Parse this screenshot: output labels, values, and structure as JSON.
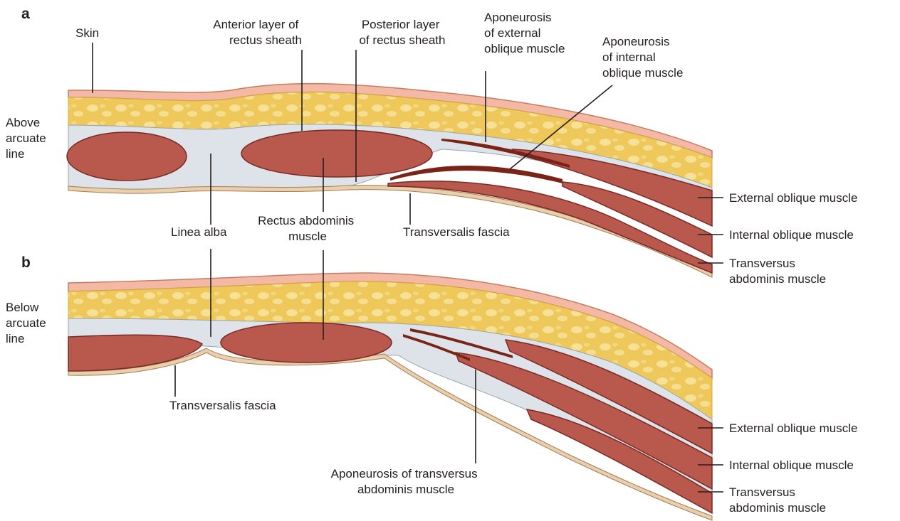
{
  "panels": {
    "a": {
      "letter": "a",
      "side_label": [
        "Above",
        "arcuate",
        "line"
      ],
      "labels": {
        "skin": "Skin",
        "anterior_layer": [
          "Anterior layer of",
          "rectus sheath"
        ],
        "posterior_layer": [
          "Posterior layer",
          "of rectus sheath"
        ],
        "apo_external": [
          "Aponeurosis",
          "of external",
          "oblique muscle"
        ],
        "apo_internal": [
          "Aponeurosis",
          "of internal",
          "oblique muscle"
        ],
        "linea_alba": "Linea alba",
        "rectus_abdominis": [
          "Rectus abdominis",
          "muscle"
        ],
        "transversalis_fascia": "Transversalis fascia",
        "external_oblique": "External oblique muscle",
        "internal_oblique": "Internal oblique muscle",
        "transversus": [
          "Transversus",
          "abdominis muscle"
        ]
      }
    },
    "b": {
      "letter": "b",
      "side_label": [
        "Below",
        "arcuate",
        "line"
      ],
      "labels": {
        "transversalis_fascia": "Transversalis fascia",
        "apo_transversus": [
          "Aponeurosis of transversus",
          "abdominis muscle"
        ],
        "external_oblique": "External oblique muscle",
        "internal_oblique": "Internal oblique muscle",
        "transversus": [
          "Transversus",
          "abdominis muscle"
        ]
      }
    }
  },
  "colors": {
    "skin": "#f3b9a4",
    "skin_edge": "#c97a62",
    "fat": "#eec85a",
    "fat_light": "#f8e7a6",
    "fascia": "#dde3e8",
    "muscle": "#b9584d",
    "muscle_edge": "#7a2a24",
    "aponeurosis_dark": "#7a2418"
  }
}
